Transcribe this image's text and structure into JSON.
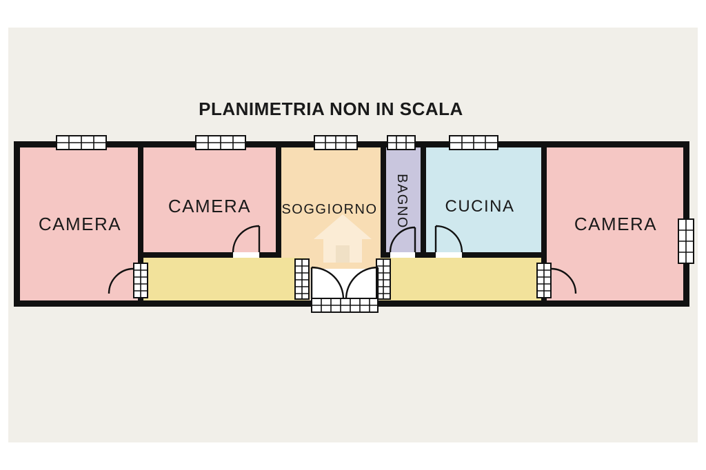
{
  "title": "PLANIMETRIA NON IN SCALA",
  "rooms": {
    "camera1": {
      "label": "CAMERA"
    },
    "camera2": {
      "label": "CAMERA"
    },
    "soggiorno": {
      "label": "SOGGIORNO"
    },
    "bagno": {
      "label": "BAGNO"
    },
    "cucina": {
      "label": "CUCINA"
    },
    "camera3": {
      "label": "CAMERA"
    }
  },
  "colors": {
    "page_background": "#f1efe9",
    "wall": "#111111",
    "room_camera": "#f5c7c4",
    "room_soggiorno": "#f8ddb4",
    "room_bagno": "#c9c6de",
    "room_cucina": "#cfe8ee",
    "corridor": "#f2e29b",
    "plan_interior": "#ffffff",
    "label_text": "#1a1a1a"
  }
}
